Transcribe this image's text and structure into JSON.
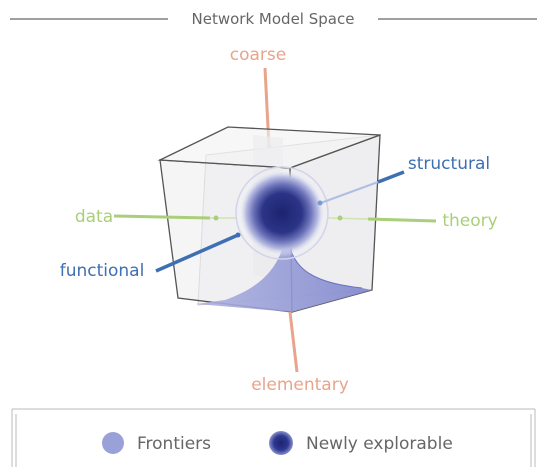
{
  "title": "Network Model Space",
  "axes": {
    "coarse": {
      "label": "coarse",
      "color": "#e8a48c"
    },
    "elementary": {
      "label": "elementary",
      "color": "#e8a48c"
    },
    "data": {
      "label": "data",
      "color": "#a9cf7a"
    },
    "theory": {
      "label": "theory",
      "color": "#a9cf7a"
    },
    "structural": {
      "label": "structural",
      "color": "#3f6fb3"
    },
    "functional": {
      "label": "functional",
      "color": "#3f6fb3"
    }
  },
  "legend": {
    "frontiers": {
      "label": "Frontiers",
      "color": "#9aa0d8"
    },
    "newly_explorable": {
      "label": "Newly explorable",
      "color": "#232a78"
    }
  },
  "colors": {
    "title_text": "#666666",
    "cube_edge": "#555555",
    "frame": "#bbbbbb"
  }
}
